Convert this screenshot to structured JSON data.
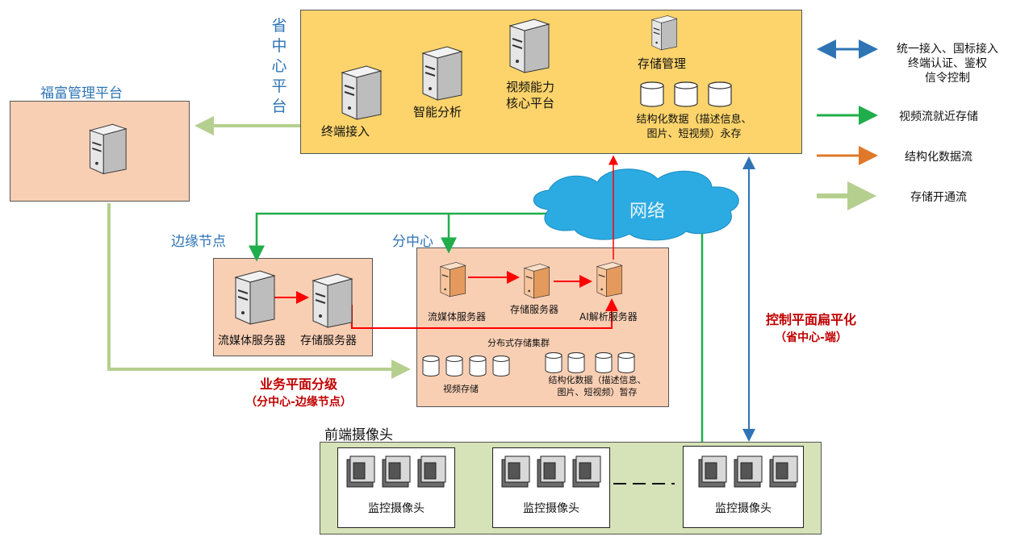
{
  "colors": {
    "province_fill": "#fcd46b",
    "node_fill": "#f9cfb4",
    "camera_fill": "#d6e2b8",
    "blue_arrow": "#2e74b5",
    "green_arrow": "#1fae4b",
    "orange_arrow": "#e0782a",
    "light_green_arrow": "#b5cf8f",
    "red_arrow": "#ff0000",
    "cloud_fill": "#2cabe3"
  },
  "province": {
    "title_chars": [
      "省",
      "中",
      "心",
      "平",
      "台"
    ],
    "terminal_access": "终端接入",
    "smart_analysis": "智能分析",
    "video_core_line1": "视频能力",
    "video_core_line2": "核心平台",
    "storage_mgmt": "存储管理",
    "structured_line1": "结构化数据（描述信息、",
    "structured_line2": "图片、短视频）永存"
  },
  "fufu": {
    "title": "福富管理平台"
  },
  "edge": {
    "title": "边缘节点",
    "streaming_server": "流媒体服务器",
    "storage_server": "存储服务器"
  },
  "branch": {
    "title": "分中心",
    "streaming_server": "流媒体服务器",
    "storage_server": "存储服务器",
    "ai_server": "AI解析服务器",
    "cluster_title": "分布式存储集群",
    "video_storage": "视频存储",
    "structured_line1": "结构化数据（描述信息、",
    "structured_line2": "图片、短视频）暂存"
  },
  "network": {
    "label": "网络"
  },
  "cameras": {
    "title": "前端摄像头",
    "groups": [
      "监控摄像头",
      "监控摄像头",
      "监控摄像头"
    ]
  },
  "annotations": {
    "business_line1": "业务平面分级",
    "business_line2": "（分中心-边缘节点）",
    "control_line1": "控制平面扁平化",
    "control_line2": "（省中心-端）"
  },
  "legend": [
    {
      "icon": "blue-double-arrow",
      "lines": [
        "统一接入、国标接入",
        "终端认证、鉴权",
        "信令控制"
      ]
    },
    {
      "icon": "green-arrow",
      "lines": [
        "视频流就近存储"
      ]
    },
    {
      "icon": "orange-arrow",
      "lines": [
        "结构化数据流"
      ]
    },
    {
      "icon": "light-green-arrow",
      "lines": [
        "存储开通流"
      ]
    }
  ]
}
